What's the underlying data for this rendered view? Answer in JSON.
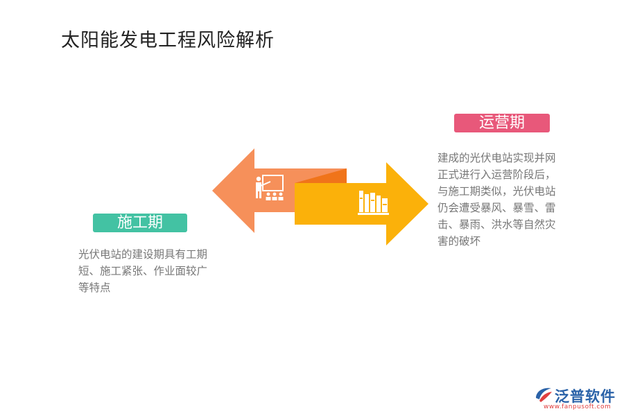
{
  "title": "太阳能发电工程风险解析",
  "construction": {
    "label": "施工期",
    "color": "#43c2a3",
    "description": "光伏电站的建设期具有工期短、施工紧张、作业面较广等特点",
    "icon": "teacher-presentation-icon"
  },
  "operation": {
    "label": "运营期",
    "color": "#e8587a",
    "description": "建成的光伏电站实现并网正式进行入运营阶段后，与施工期类似，光伏电站仍会遭受暴风、暴雪、雷击、暴雨、洪水等自然灾害的破坏",
    "icon": "books-icon"
  },
  "arrow_colors": {
    "left": "#f6905a",
    "right": "#fbb10a",
    "fold": "#f0741a"
  },
  "logo": {
    "name": "泛普软件",
    "url": "www.fanpusoft.com"
  }
}
